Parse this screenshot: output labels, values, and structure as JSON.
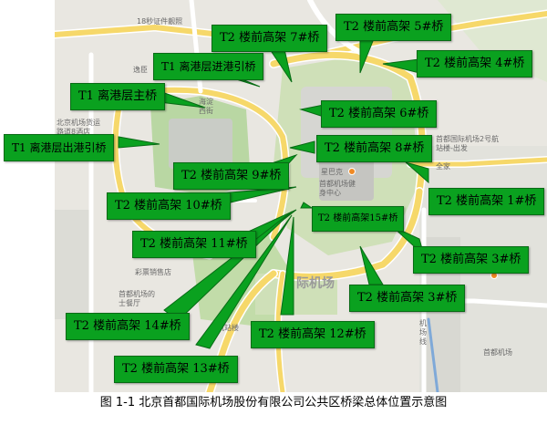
{
  "figure": {
    "caption": "图 1-1 北京首都国际机场股份有限公司公共区桥梁总体位置示意图"
  },
  "map_labels": [
    {
      "text": "18秒证件靓照"
    },
    {
      "text": "逸臣"
    },
    {
      "text": "海淀"
    },
    {
      "text": "西街"
    },
    {
      "text": "北京机场货运路道8酒店"
    },
    {
      "text": "首都国际机场2号航站楼-出发"
    },
    {
      "text": "全家"
    },
    {
      "text": "星巴克"
    },
    {
      "text": "首都机场健身中心"
    },
    {
      "text": "彩票销售店"
    },
    {
      "text": "首都机场的士餐厅"
    },
    {
      "text": "际机场"
    },
    {
      "text": "航站楼"
    },
    {
      "text": "机场线"
    },
    {
      "text": "首都机场"
    }
  ],
  "bridge_labels": [
    {
      "id": "t1-main",
      "text": "T1 离港层主桥"
    },
    {
      "id": "t1-depart-in",
      "text": "T1 离港层进港引桥"
    },
    {
      "id": "t1-depart-out",
      "text": "T1 离港层出港引桥"
    },
    {
      "id": "t2-1",
      "text": "T2 楼前高架 1#桥"
    },
    {
      "id": "t2-3a",
      "text": "T2 楼前高架 3#桥"
    },
    {
      "id": "t2-3b",
      "text": "T2 楼前高架 3#桥"
    },
    {
      "id": "t2-4",
      "text": "T2 楼前高架 4#桥"
    },
    {
      "id": "t2-5",
      "text": "T2 楼前高架 5#桥"
    },
    {
      "id": "t2-6",
      "text": "T2 楼前高架 6#桥"
    },
    {
      "id": "t2-7",
      "text": "T2 楼前高架 7#桥"
    },
    {
      "id": "t2-8",
      "text": "T2 楼前高架 8#桥"
    },
    {
      "id": "t2-9",
      "text": "T2 楼前高架 9#桥"
    },
    {
      "id": "t2-10",
      "text": "T2 楼前高架 10#桥"
    },
    {
      "id": "t2-11",
      "text": "T2 楼前高架 11#桥"
    },
    {
      "id": "t2-12",
      "text": "T2 楼前高架 12#桥"
    },
    {
      "id": "t2-13",
      "text": "T2 楼前高架 13#桥"
    },
    {
      "id": "t2-14",
      "text": "T2 楼前高架 14#桥"
    },
    {
      "id": "t2-15",
      "text": "T2 楼前高架15#桥"
    }
  ],
  "colors": {
    "label_fill": "#0aa11f",
    "road_yellow": "#f6d86a",
    "road_white": "#ffffff",
    "green_area": "#b9d7a3",
    "background": "#e9e7e1"
  }
}
